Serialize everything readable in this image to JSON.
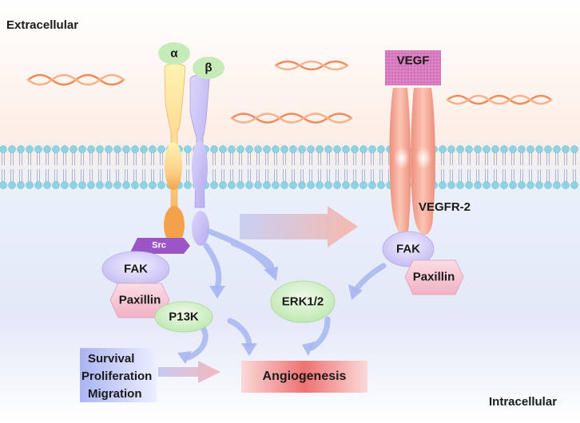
{
  "regions": {
    "extracellular": "Extracellular",
    "intracellular": "Intracellular"
  },
  "integrin": {
    "alpha": "α",
    "beta": "β"
  },
  "ligand": "VEGF",
  "receptor": "VEGFR-2",
  "nodes": {
    "src": "Src",
    "fak_left": "FAK",
    "paxillin_left": "Paxillin",
    "pi3k": "P13K",
    "erk": "ERK1/2",
    "fak_right": "FAK",
    "paxillin_right": "Paxillin"
  },
  "outcomes": {
    "survival": "Survival",
    "proliferation": "Proliferation",
    "migration": "Migration"
  },
  "angiogenesis": "Angiogenesis",
  "colors": {
    "extracellular_bg": "#fdeee6",
    "intracellular_bg": "#e6eaf8",
    "lipid_head": "#8fd2e2",
    "receptor": "#f3a28f",
    "vegf_box": "#d86fb8",
    "fak": "#c9c1f3",
    "paxillin": "#f5c2d0",
    "src": "#9b55c7",
    "pi3k_erk": "#cdeec2",
    "angiogenesis": "#ec6a6a",
    "arrow": "#9fb0ee",
    "dna": "#ef8a5b"
  }
}
